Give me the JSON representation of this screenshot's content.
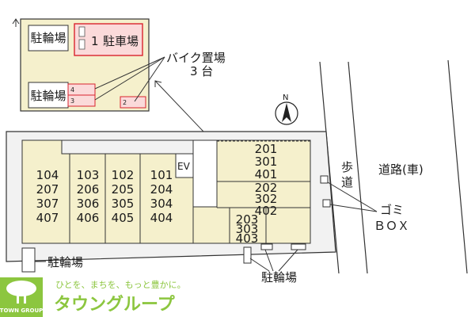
{
  "inset": {
    "parking_left_top": "駐輪場",
    "parking_left_bottom": "駐輪場",
    "car_parking_number": "1",
    "car_parking_label": "駐車場",
    "bike_slots": [
      "4",
      "3",
      "2"
    ]
  },
  "callouts": {
    "bike_area_line1": "バイク置場",
    "bike_area_line2": "3 台",
    "compass": "N",
    "sidewalk_char1": "歩",
    "sidewalk_char2": "道",
    "road": "道路(車)",
    "garbage_line1": "ゴミ",
    "garbage_line2": "ＢＯＸ",
    "bicycle_bottom_left": "駐輪場",
    "bicycle_bottom_right": "駐輪場"
  },
  "building": {
    "elevator": "EV",
    "columns": [
      [
        "104",
        "207",
        "307",
        "407"
      ],
      [
        "103",
        "206",
        "306",
        "406"
      ],
      [
        "102",
        "205",
        "305",
        "405"
      ],
      [
        "101",
        "204",
        "304",
        "404"
      ]
    ],
    "east_upper": [
      "201",
      "301",
      "401"
    ],
    "east_middle": [
      "202",
      "302",
      "402"
    ],
    "east_lower": [
      "203",
      "303",
      "403"
    ]
  },
  "brand": {
    "logo_caption": "TOWN GROUP",
    "tagline": "ひとを、まちを、もっと豊かに。",
    "name": "タウングループ",
    "colors": {
      "accent": "#8cc63f",
      "site": "#f5f0cc",
      "red": "#d9232d"
    }
  }
}
